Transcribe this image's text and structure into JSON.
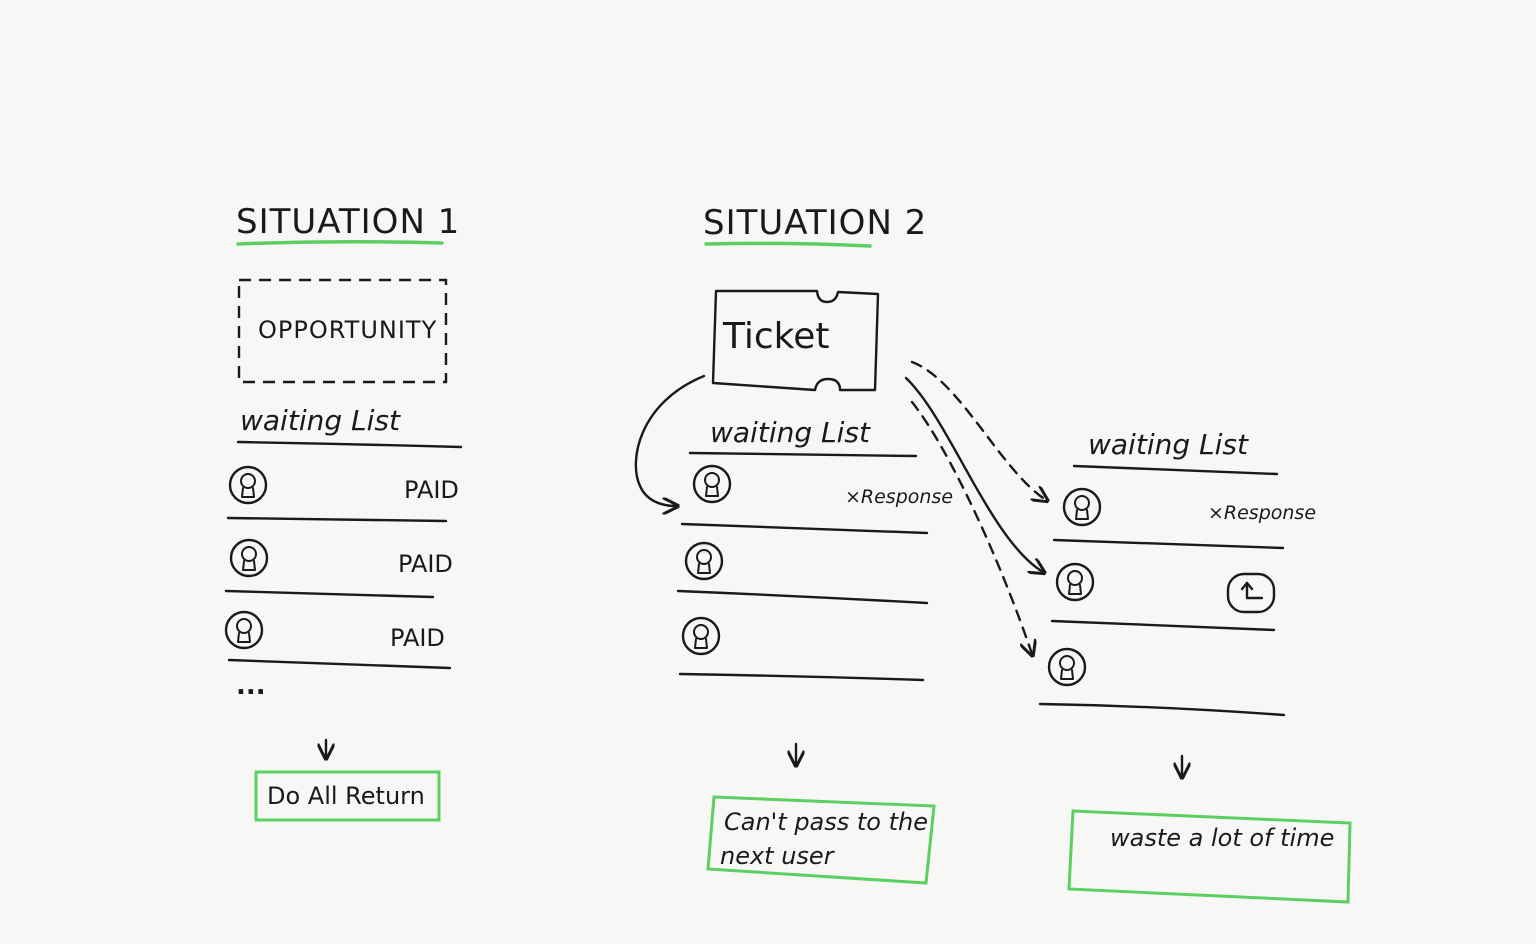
{
  "situation1": {
    "title": "SITUATION 1",
    "opportunity_label": "OPPORTUNITY",
    "waiting_list_label": "waiting List",
    "rows": [
      {
        "status": "PAID"
      },
      {
        "status": "PAID"
      },
      {
        "status": "PAID"
      }
    ],
    "more": "...",
    "outcome": "Do All Return"
  },
  "situation2": {
    "title": "SITUATION 2",
    "ticket_label": "Ticket",
    "list_a": {
      "waiting_list_label": "waiting List",
      "rows": [
        {
          "status": "×Response"
        },
        {
          "status": ""
        },
        {
          "status": ""
        }
      ],
      "outcome_line1": "Can't pass to the",
      "outcome_line2": "next   user"
    },
    "list_b": {
      "waiting_list_label": "waiting List",
      "rows": [
        {
          "status": "×Response"
        },
        {
          "status": ""
        },
        {
          "status": ""
        }
      ],
      "outcome": "waste a lot of time"
    }
  },
  "colors": {
    "ink": "#1a1a1a",
    "accent_green": "#5ccf62",
    "paper": "#f7f7f5"
  },
  "icons": [
    "user-avatar-icon",
    "down-arrow-icon",
    "reply-arrow-icon",
    "ticket-icon"
  ]
}
